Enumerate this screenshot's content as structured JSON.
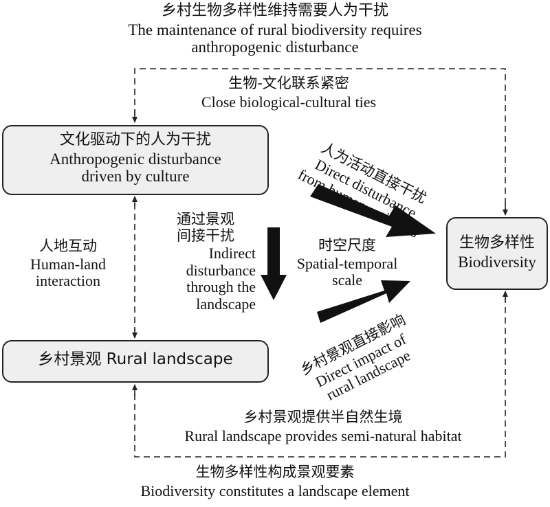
{
  "title": {
    "zh": "乡村生物多样性维持需要人为干扰",
    "en_line1": "The maintenance of rural biodiversity requires",
    "en_line2": "anthropogenic disturbance"
  },
  "top_loop_label": {
    "zh": "生物-文化联系紧密",
    "en": "Close biological-cultural ties"
  },
  "boxes": {
    "culture": {
      "zh": "文化驱动下的人为干扰",
      "en_line1": "Anthropogenic disturbance",
      "en_line2": "driven by culture"
    },
    "landscape": {
      "label": "乡村景观 Rural landscape"
    },
    "biodiversity": {
      "zh": "生物多样性",
      "en": "Biodiversity"
    }
  },
  "human_land": {
    "zh": "人地互动",
    "en_line1": "Human-land",
    "en_line2": "interaction"
  },
  "indirect": {
    "zh_line1": "通过景观",
    "zh_line2": "间接干扰",
    "en_line1": "Indirect",
    "en_line2": "disturbance",
    "en_line3": "through the",
    "en_line4": "landscape"
  },
  "scale": {
    "zh": "时空尺度",
    "en_line1": "Spatial-temporal",
    "en_line2": "scale"
  },
  "direct_human": {
    "zh": "人为活动直接干扰",
    "en_line1": "Direct disturbance",
    "en_line2": "from human activities"
  },
  "direct_landscape": {
    "zh": "乡村景观直接影响",
    "en_line1": "Direct impact of",
    "en_line2": "rural landscape"
  },
  "habitat": {
    "zh": "乡村景观提供半自然生境",
    "en": "Rural landscape provides semi-natural habitat"
  },
  "bottom": {
    "zh": "生物多样性构成景观要素",
    "en": "Biodiversity constitutes a landscape element"
  },
  "colors": {
    "box_fill": "#efefef",
    "arrow_fill": "#111111"
  }
}
